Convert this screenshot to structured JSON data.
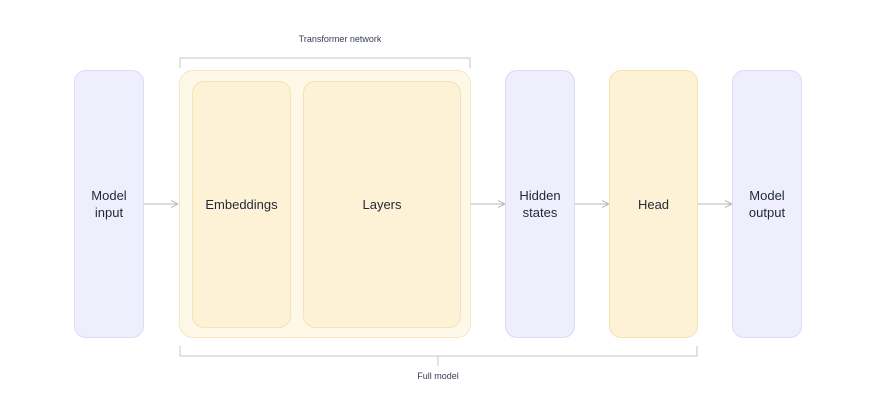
{
  "diagram": {
    "brackets": {
      "transformer_network": "Transformer network",
      "full_model": "Full model"
    },
    "nodes": {
      "model_input": "Model\ninput",
      "embeddings": "Embeddings",
      "layers": "Layers",
      "hidden_states": "Hidden\nstates",
      "head": "Head",
      "model_output": "Model\noutput"
    },
    "colors": {
      "purple_fill": "#efeefd",
      "yellow_fill": "#fdf1d6",
      "line": "#b8b8b8"
    }
  }
}
